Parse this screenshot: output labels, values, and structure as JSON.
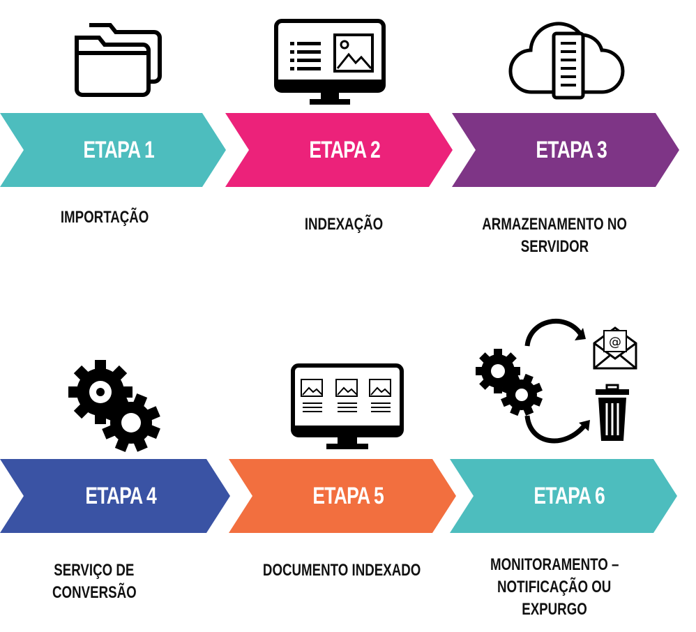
{
  "steps": [
    {
      "label": "ETAPA 1",
      "description": [
        "IMPORTAÇÃO"
      ],
      "color": "#4DBDBE",
      "icon": "folders-icon"
    },
    {
      "label": "ETAPA 2",
      "description": [
        "INDEXAÇÃO"
      ],
      "color": "#EC227A",
      "icon": "monitor-index-icon"
    },
    {
      "label": "ETAPA 3",
      "description": [
        "ARMAZENAMENTO NO",
        "SERVIDOR"
      ],
      "color": "#7E3586",
      "icon": "cloud-server-icon"
    },
    {
      "label": "ETAPA 4",
      "description": [
        "SERVIÇO DE",
        "CONVERSÃO"
      ],
      "color": "#3A53A4",
      "icon": "gears-icon"
    },
    {
      "label": "ETAPA 5",
      "description": [
        "DOCUMENTO INDEXADO"
      ],
      "color": "#F26F3F",
      "icon": "monitor-documents-icon"
    },
    {
      "label": "ETAPA 6",
      "description": [
        "MONITORAMENTO –",
        "NOTIFICAÇÃO OU",
        "EXPURGO"
      ],
      "color": "#4DBDBE",
      "icon": "monitoring-icon"
    }
  ]
}
